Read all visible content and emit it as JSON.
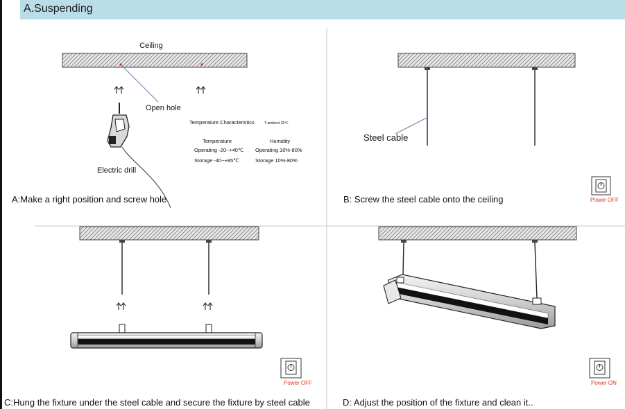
{
  "header": {
    "title": "A.Suspending"
  },
  "panel_a": {
    "ceiling_label": "Ceiling",
    "open_hole_label": "Open hole",
    "drill_label": "Electric drill",
    "temp_title": "Temperature Characteristics",
    "temp_ambient": "T-ambient 25℃",
    "col_temperature": "Temperature",
    "col_humidity": "Humidity",
    "operating_temp": "Operating -20~+40℃",
    "operating_humidity": "Operating 10%-80%",
    "storage_temp": "Storage -40~+85℃",
    "storage_humidity": "Storage 10%-80%",
    "caption": "A:Make a right position and screw hole"
  },
  "panel_b": {
    "steel_cable_label": "Steel cable",
    "caption": "B: Screw the steel cable onto the ceiling",
    "power_label": "Power OFF",
    "power_color": "#e0301e"
  },
  "panel_c": {
    "caption": "C:Hung the fixture under the steel cable and secure the fixture by steel cable",
    "power_label": "Power OFF",
    "power_color": "#e0301e"
  },
  "panel_d": {
    "caption": "D: Adjust the position of the fixture and clean it..",
    "power_label": "Power ON",
    "power_color": "#e0301e"
  },
  "icons": {
    "arrow": "up-arrows-icon",
    "switch": "power-switch-icon"
  }
}
